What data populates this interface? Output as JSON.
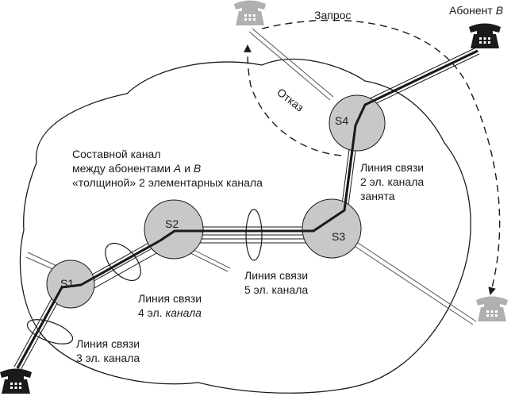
{
  "nodes": {
    "s1": "S1",
    "s2": "S2",
    "s3": "S3",
    "s4": "S4"
  },
  "labels": {
    "subscriber_b_prefix": "Абонент ",
    "subscriber_b_letter": "B",
    "request": "Запрос",
    "refusal": "Отказ",
    "composite_line1": "Составной канал",
    "composite_line2_prefix": "между абонентами ",
    "composite_line2_a": "A",
    "composite_line2_and": " и ",
    "composite_line2_b": "B",
    "composite_line3": "«толщиной» 2 элементарных канала",
    "s4s3_line1": "Линия связи",
    "s4s3_line2": "2 эл. канала",
    "s4s3_line3": "занята",
    "s2s3_line1": "Линия связи",
    "s2s3_line2": "5 эл. канала",
    "s1s2_line1": "Линия связи",
    "s1s2_line2_prefix": "4 эл. ",
    "s1s2_line2_italic": "канала",
    "s1a_line1": "Линия связи",
    "s1a_line2": "3 эл. канала"
  },
  "colors": {
    "node_fill": "#c8c8c8",
    "stroke": "#1a1a1a",
    "faded_phone": "#b0b0b0"
  },
  "icons": [
    "telephone-icon"
  ]
}
